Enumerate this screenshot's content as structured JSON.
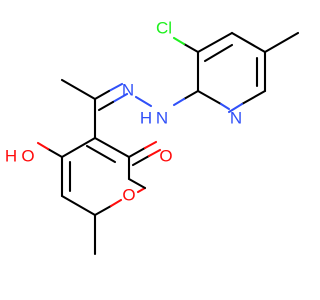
{
  "molecule": {
    "atoms": {
      "cl": "Cl",
      "n_pyridine": "N",
      "n_hydrazone": "N",
      "nh": "H",
      "nh_n": "N",
      "oh_o": "O",
      "oh_h": "H",
      "carbonyl_o": "O",
      "ring_o": "O"
    },
    "colors": {
      "carbon": "#000000",
      "nitrogen": "#3050F8",
      "oxygen": "#FF0D0D",
      "chlorine": "#1FF01F"
    }
  }
}
